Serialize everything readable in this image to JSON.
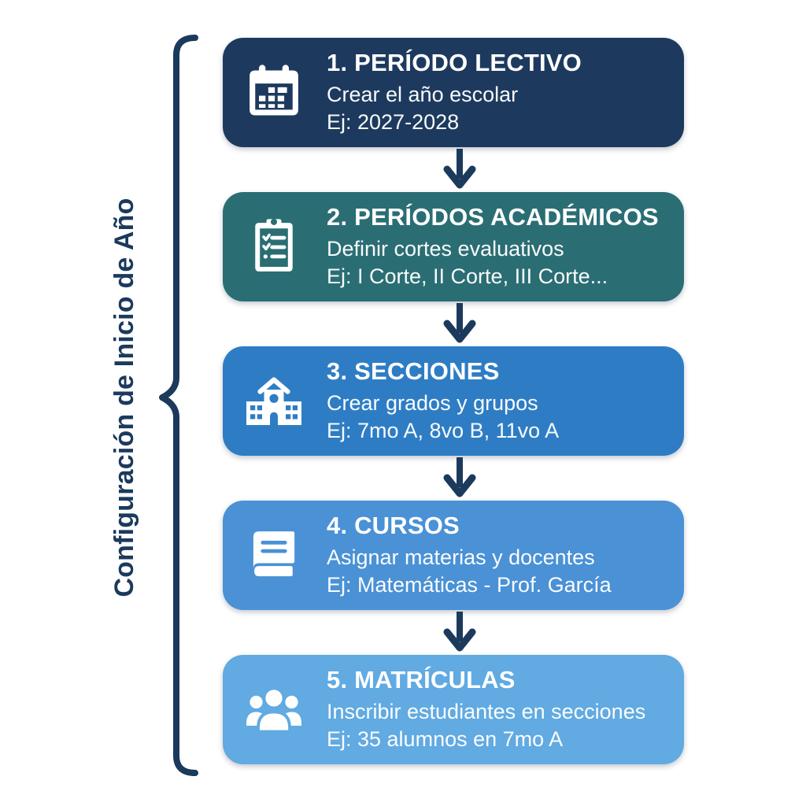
{
  "page": {
    "background": "#ffffff"
  },
  "side_label": {
    "text": "Configuración de Inicio de Año",
    "color": "#1b3a5c"
  },
  "connector": {
    "color": "#1b3a5c"
  },
  "steps": [
    {
      "title": "1. PERÍODO LECTIVO",
      "description": "Crear el año escolar",
      "example": "Ej: 2027-2028",
      "icon": "calendar-icon",
      "color": "#1d3a5e"
    },
    {
      "title": "2. PERÍODOS ACADÉMICOS",
      "description": "Definir cortes evaluativos",
      "example": "Ej: I Corte, II Corte, III Corte...",
      "icon": "clipboard-checklist-icon",
      "color": "#2a6e74"
    },
    {
      "title": "3. SECCIONES",
      "description": "Crear grados y grupos",
      "example": "Ej: 7mo A, 8vo B, 11vo A",
      "icon": "school-building-icon",
      "color": "#2e7dc4"
    },
    {
      "title": "4. CURSOS",
      "description": "Asignar materias y docentes",
      "example": "Ej: Matemáticas - Prof. García",
      "icon": "book-icon",
      "color": "#4a91d6"
    },
    {
      "title": "5. MATRÍCULAS",
      "description": "Inscribir estudiantes en secciones",
      "example": "Ej: 35 alumnos en 7mo A",
      "icon": "people-group-icon",
      "color": "#61aae2"
    }
  ]
}
